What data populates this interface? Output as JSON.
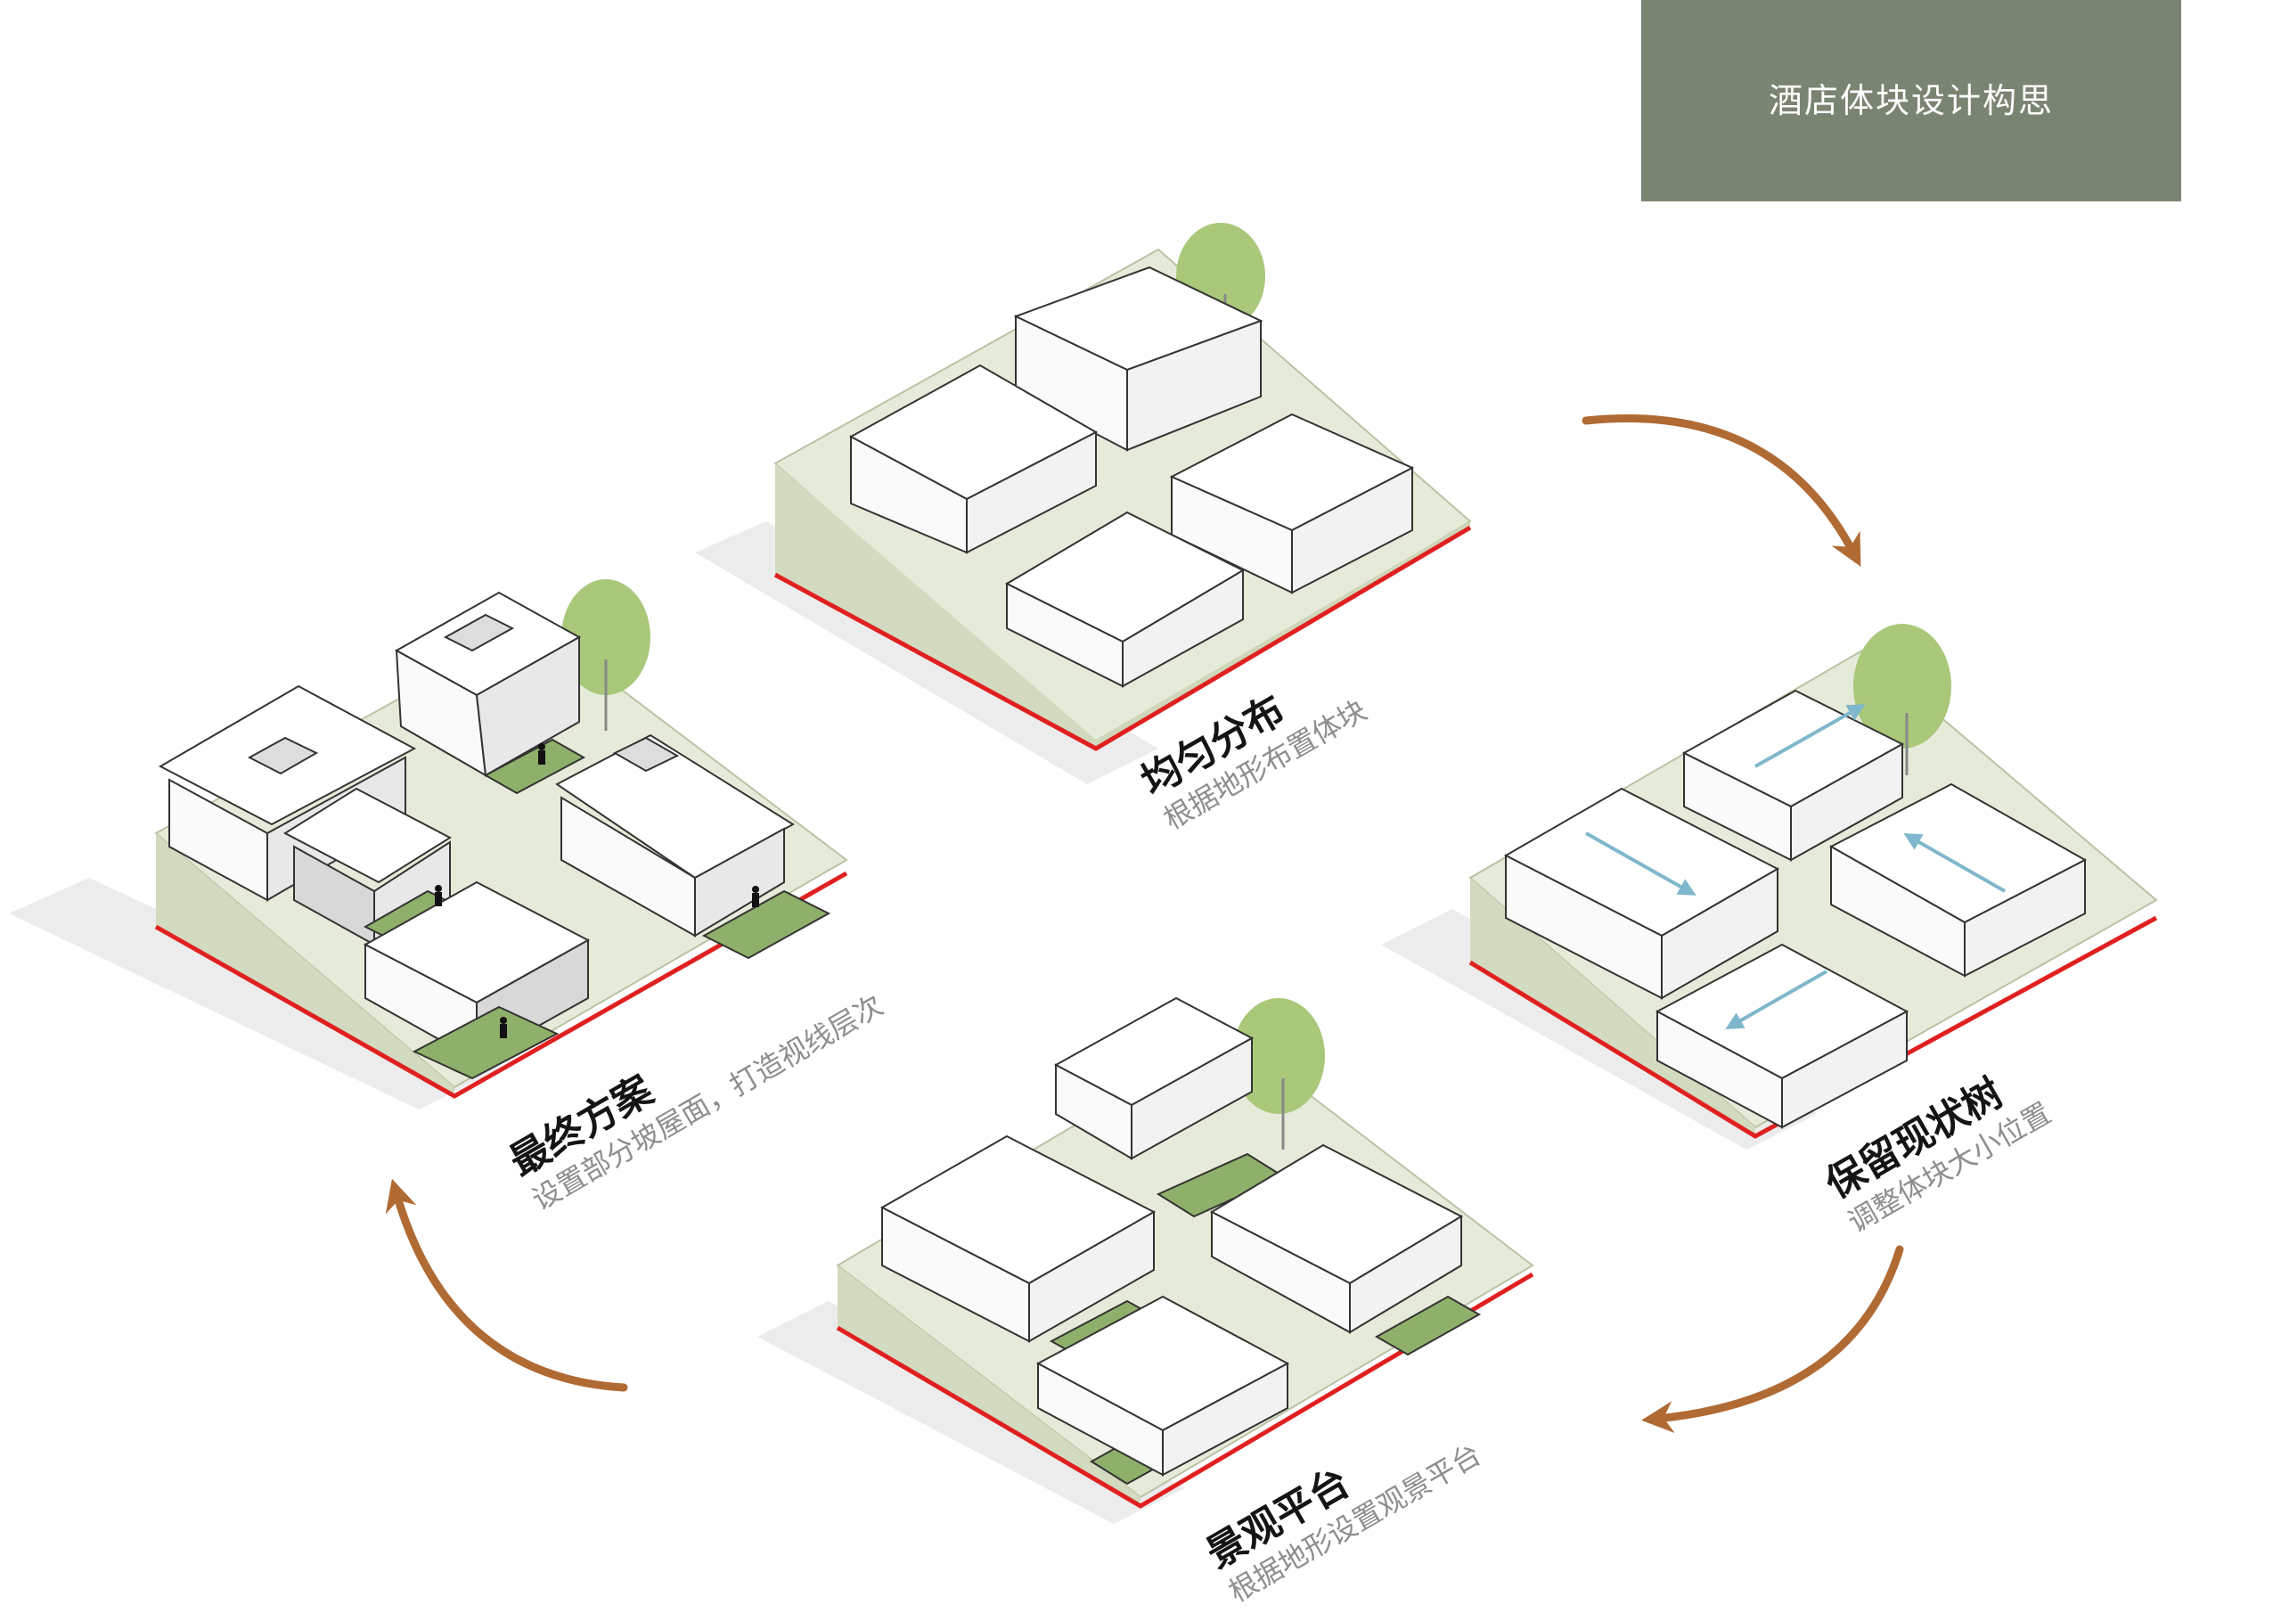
{
  "title": "酒店体块设计构思",
  "steps": [
    {
      "main": "均匀分布",
      "sub": "根据地形布置体块"
    },
    {
      "main": "保留现状树",
      "sub": "调整体块大小位置"
    },
    {
      "main": "景观平台",
      "sub": "根据地形设置观景平台"
    },
    {
      "main": "最终方案",
      "sub": "设置部分坡屋面，打造视线层次"
    }
  ],
  "colors": {
    "title_bg": "#7a8472",
    "terrain": "#e6ebd9",
    "terrain_side": "#d2dabf",
    "boundary": "#e02020",
    "tree": "#a9c87a",
    "platform": "#8fb06a",
    "arrow": "#b06a34",
    "dir_arrow": "#7fb7cc"
  }
}
